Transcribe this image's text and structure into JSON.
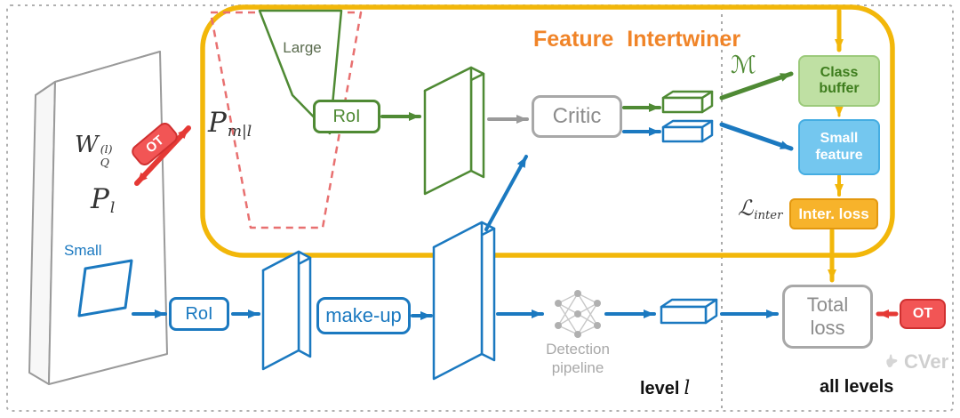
{
  "title": "Feature Intertwiner",
  "plane": {
    "wq_base": "W",
    "wq_sup": "(l)",
    "wq_sub": "Q",
    "ot": "OT",
    "pl_base": "P",
    "pl_sub": "l",
    "small": "Small"
  },
  "intertwiner": {
    "large": "Large",
    "pml_base": "P",
    "pml_sub": "m|l",
    "roi": "RoI",
    "critic": "Critic",
    "memory": "ℳ",
    "class_buffer": "Class buffer",
    "small_feature": "Small feature",
    "inter_base": "ℒ",
    "inter_sub": "inter",
    "inter_loss": "Inter. loss"
  },
  "detection": {
    "roi": "RoI",
    "make_up": "make-up",
    "pipeline": "Detection pipeline",
    "total_loss": "Total loss",
    "ot": "OT"
  },
  "footer": {
    "level_prefix": "level",
    "level_var": "l",
    "all_levels": "all levels"
  },
  "watermark": "CVer",
  "colors": {
    "yellow": "#F2B70A",
    "orange": "#F08428",
    "green": "#4F8A34",
    "blue": "#1B79C0",
    "red": "#E53935",
    "gray": "#9A9A9A"
  }
}
